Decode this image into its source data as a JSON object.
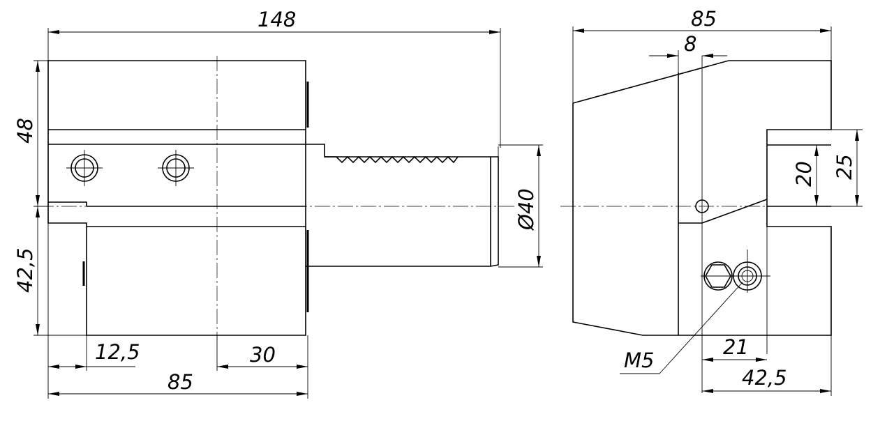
{
  "dimensions": {
    "overall_length": "148",
    "top_height": "48",
    "bottom_height": "42,5",
    "shank_diameter": "Ø40",
    "offset_left": "12,5",
    "offset_right": "30",
    "body_width_left": "85",
    "body_width_right": "85",
    "slot_width": "8",
    "slot_inner": "20",
    "slot_outer": "25",
    "hole_offset": "21",
    "half_width": "42,5",
    "thread": "M5"
  },
  "colors": {
    "ink": "#000000",
    "background": "#ffffff"
  }
}
